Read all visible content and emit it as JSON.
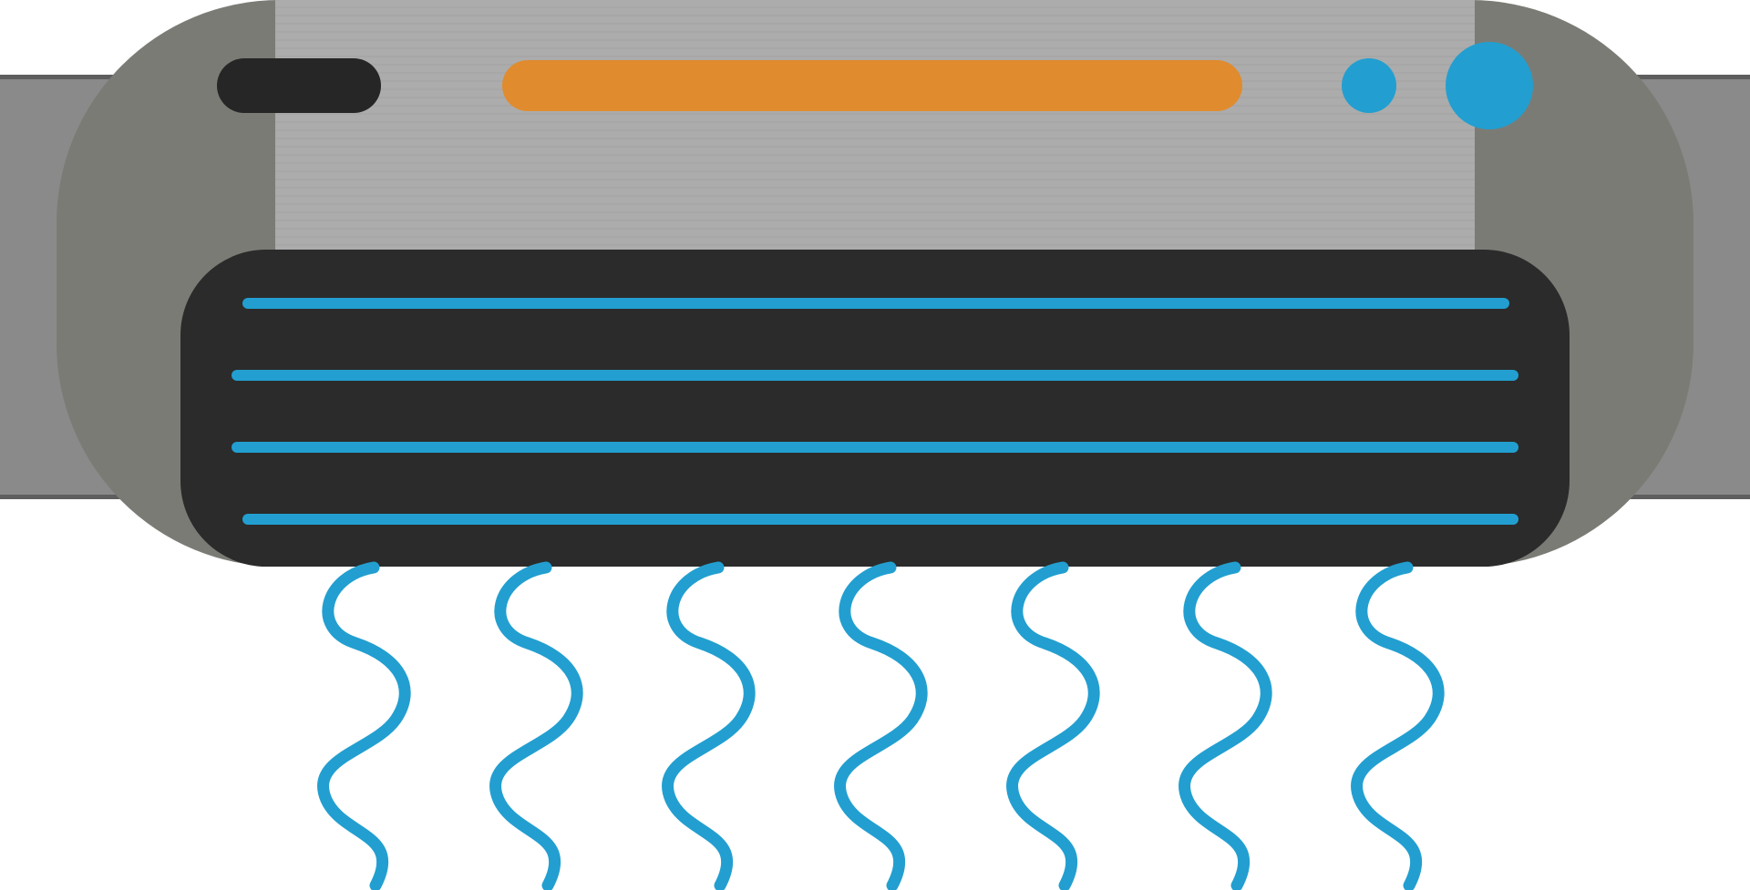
{
  "illustration": {
    "subject": "air-conditioner-icon",
    "colors": {
      "background": "#ffffff",
      "mount_rail": "#8a8a8a",
      "mount_rail_edge": "#5e5e5e",
      "body_side": "#7b7b76",
      "body_top": "#acacac",
      "body_top_line": "#a2a2a2",
      "grille": "#2b2b2b",
      "vane": "#229fd0",
      "display_bar": "#e08b2e",
      "indicator_dark": "#262626",
      "indicator_light": "#229fd0",
      "airflow": "#229fd0"
    },
    "vanes": {
      "count": 4
    },
    "indicator_lights": {
      "count": 2
    },
    "airflow_waves": {
      "count": 7
    }
  }
}
